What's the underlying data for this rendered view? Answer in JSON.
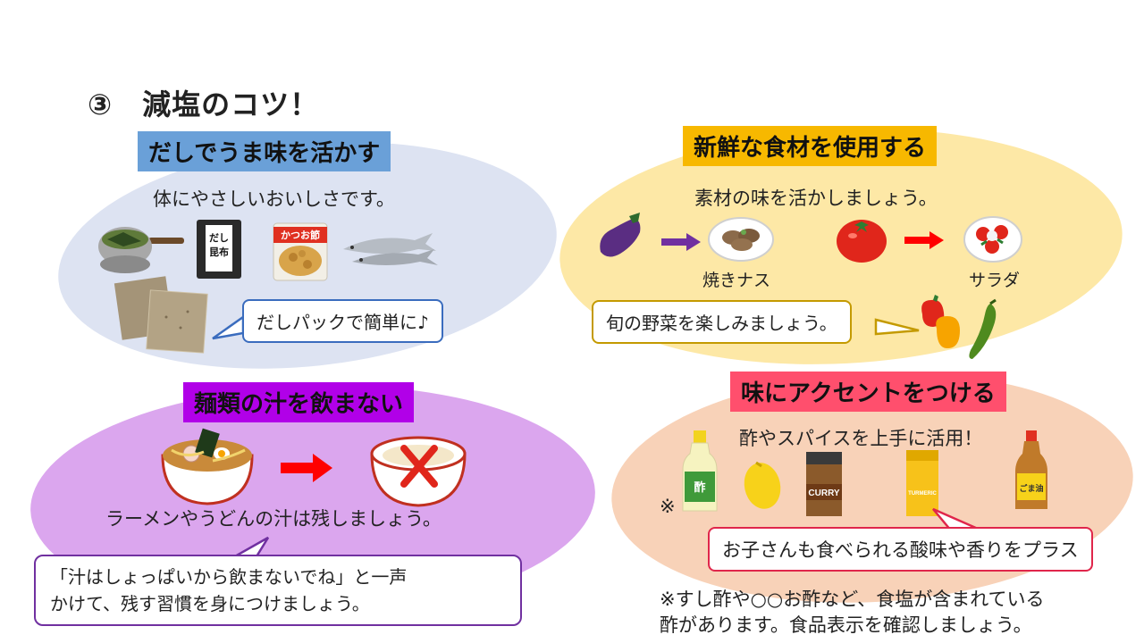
{
  "slide": {
    "title": "③　減塩のコツ！",
    "sections": {
      "dashi": {
        "label": "だしでうま味を活かす",
        "subtitle": "体にやさしいおいしさです。",
        "callout": "だしパックで簡単に♪",
        "item_text": {
          "kombu": "だし昆布",
          "katsuo": "かつお節"
        }
      },
      "fresh": {
        "label": "新鮮な食材を使用する",
        "subtitle": "素材の味を活かしましょう。",
        "caption_1": "焼きナス",
        "caption_2": "サラダ",
        "callout": "旬の野菜を楽しみましょう。"
      },
      "noodle": {
        "label": "麺類の汁を飲まない",
        "subtitle": "ラーメンやうどんの汁は残しましょう。",
        "callout_line1": "「汁はしょっぱいから飲まないでね」と一声",
        "callout_line2": "かけて、残す習慣を身につけましょう。"
      },
      "accent": {
        "label": "味にアクセントをつける",
        "subtitle": "酢やスパイスを上手に活用！",
        "asterisk": "※",
        "callout": "お子さんも食べられる酸味や香りをプラス",
        "note_line1": "※すし酢や○○お酢など、食塩が含まれている",
        "note_line2": "酢があります。食品表示を確認しましょう。",
        "item_text": {
          "vinegar": "酢",
          "curry": "CURRY",
          "turmeric": "TURMERIC",
          "sesame_oil": "ごま油"
        }
      }
    }
  },
  "colors": {
    "dashi_bg": "#dde3f2",
    "dashi_label": "#6aa0d8",
    "fresh_bg": "#fde8a6",
    "fresh_label": "#f7b800",
    "noodle_bg": "#dba6ee",
    "noodle_label": "#b100e8",
    "accent_bg": "#f8d2b8",
    "accent_label": "#ff4f6d",
    "arrow_purple": "#7030a0",
    "arrow_red": "#ff0000"
  }
}
